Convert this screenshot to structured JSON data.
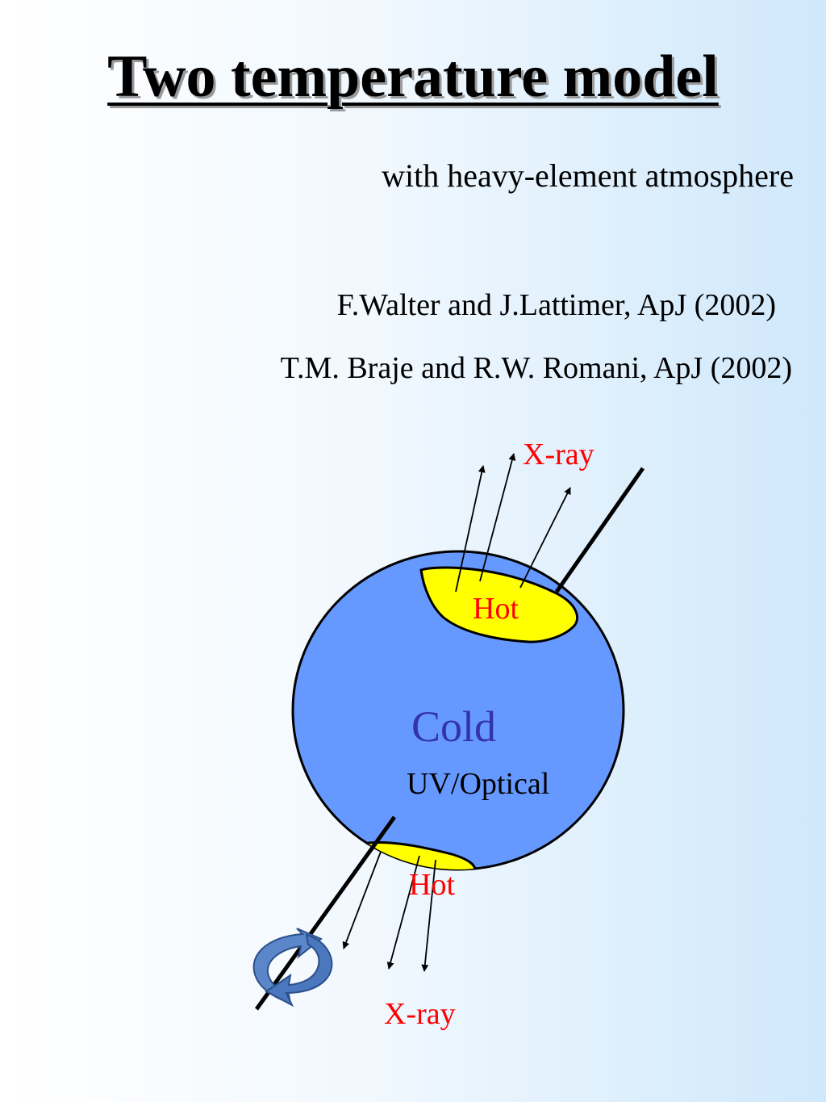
{
  "slide": {
    "title": "Two temperature model",
    "subtitle": "with heavy-element atmosphere",
    "references": [
      "F.Walter and J.Lattimer, ApJ (2002)",
      "T.M. Braje and R.W. Romani, ApJ (2002)"
    ]
  },
  "diagram": {
    "labels": {
      "xray_top": "X-ray",
      "hot_top": "Hot",
      "cold": "Cold",
      "uv_optical": "UV/Optical",
      "hot_bottom": "Hot",
      "xray_bottom": "X-ray"
    },
    "colors": {
      "star": "#6699ff",
      "hot_spot": "#ffff00",
      "xray_text": "#ff0000",
      "hot_text": "#ff0000",
      "cold_text": "#3333aa",
      "rotation_arrow": "#5b86c9"
    },
    "icons": [
      "rotation-arrow-icon"
    ]
  }
}
